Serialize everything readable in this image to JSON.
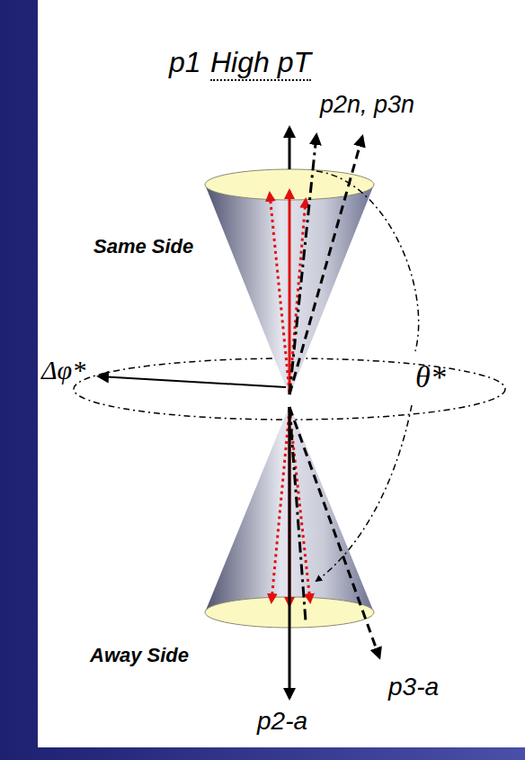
{
  "diagram": {
    "labels": [
      "p1",
      "High pT",
      "p2n, p3n",
      "Same Side",
      "Δφ*",
      "θ*",
      "Away Side",
      "p3-a",
      "p2-a"
    ]
  }
}
